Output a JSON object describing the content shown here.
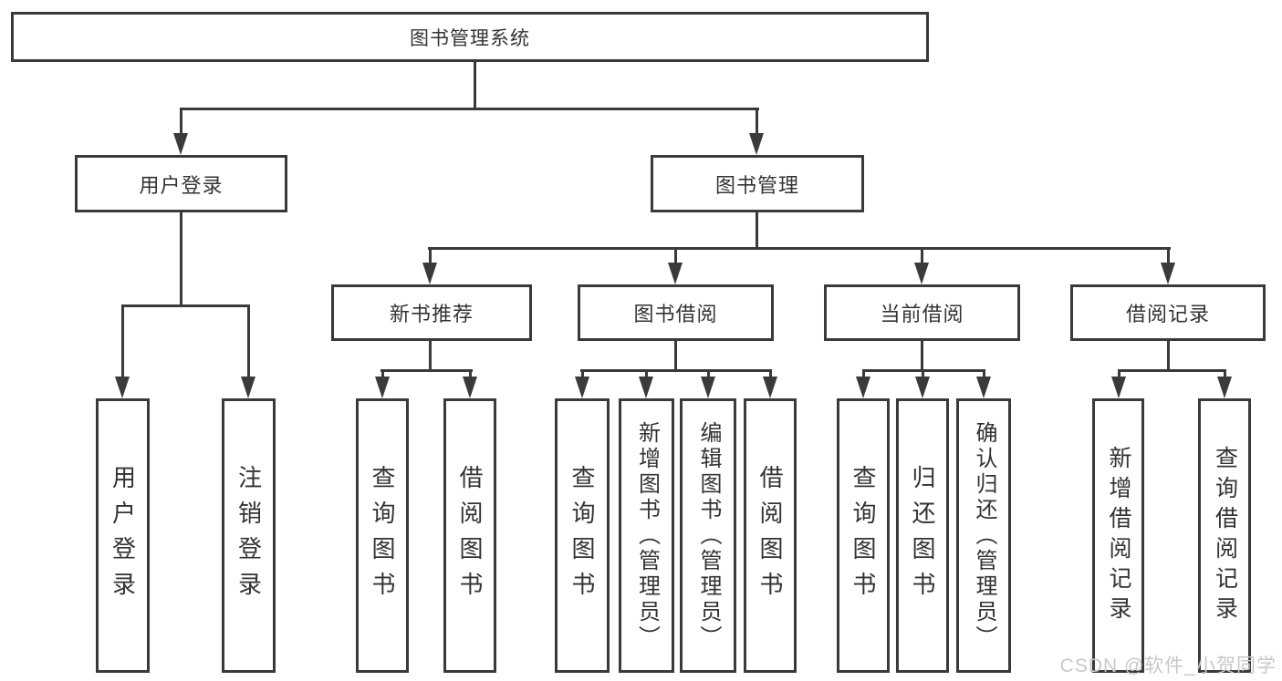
{
  "diagram": {
    "root": {
      "label": "图书管理系统"
    },
    "branches": {
      "user_login": {
        "label": "用户登录"
      },
      "book_mgmt": {
        "label": "图书管理"
      }
    },
    "sections": {
      "new_books": {
        "label": "新书推荐"
      },
      "borrowing": {
        "label": "图书借阅"
      },
      "current": {
        "label": "当前借阅"
      },
      "records": {
        "label": "借阅记录"
      }
    },
    "leaves": {
      "login": {
        "label": "用户登录"
      },
      "logout": {
        "label": "注销登录"
      },
      "nb_query": {
        "label": "查询图书"
      },
      "nb_borrow": {
        "label": "借阅图书"
      },
      "bb_query": {
        "label": "查询图书"
      },
      "bb_add": {
        "label": "新增图书（管理员）"
      },
      "bb_edit": {
        "label": "编辑图书（管理员）"
      },
      "bb_borrow": {
        "label": "借阅图书"
      },
      "cb_query": {
        "label": "查询图书"
      },
      "cb_return": {
        "label": "归还图书"
      },
      "cb_confirm": {
        "label": "确认归还（管理员）"
      },
      "rec_add": {
        "label": "新增借阅记录"
      },
      "rec_query": {
        "label": "查询借阅记录"
      }
    }
  },
  "watermark": {
    "text": "CSDN @软件_小贺同学"
  },
  "colors": {
    "line": "#3a3a3a",
    "text": "#333333",
    "background": "#ffffff",
    "watermark": "#c8c8c8"
  }
}
